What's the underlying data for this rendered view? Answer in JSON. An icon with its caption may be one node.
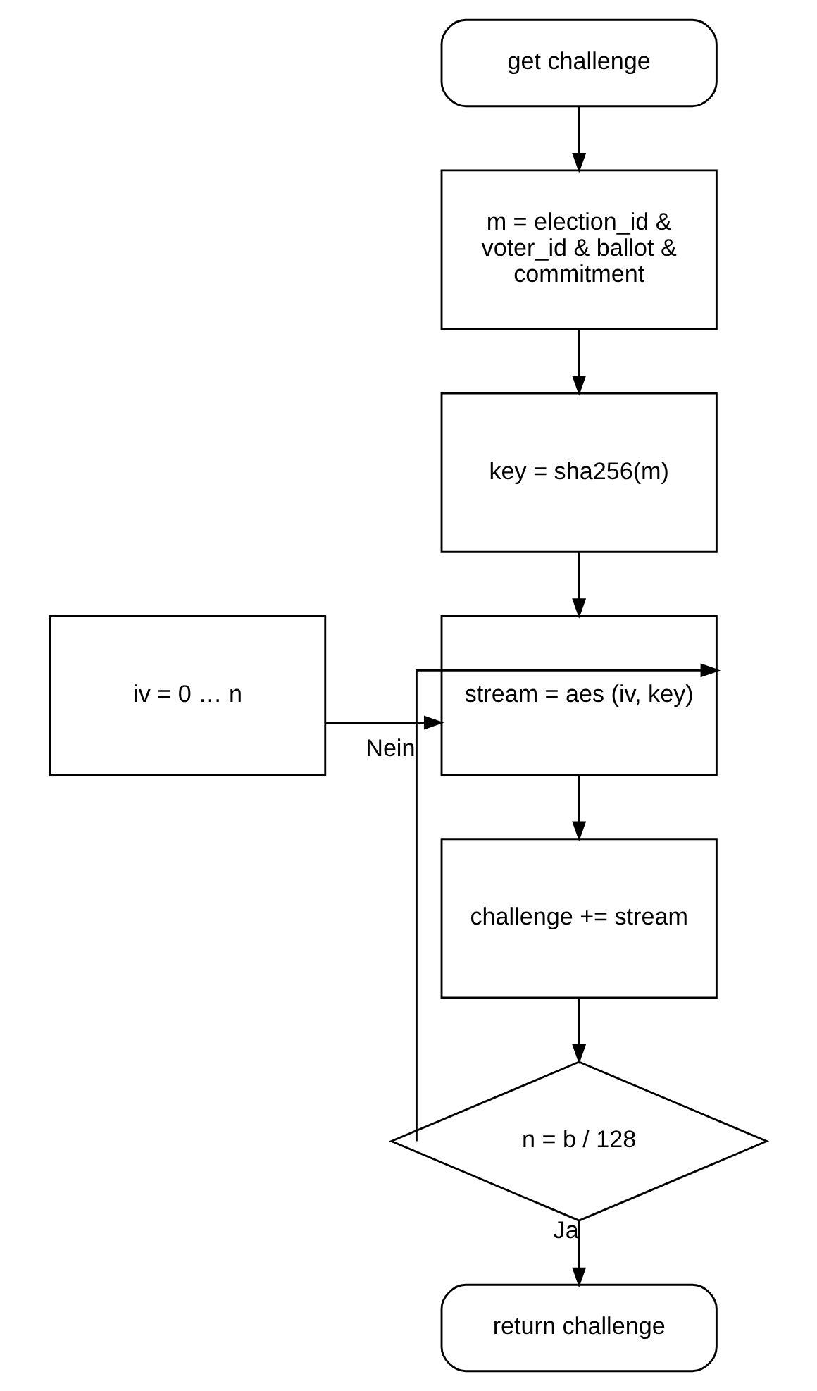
{
  "diagram": {
    "nodes": [
      {
        "text": [
          "get challenge"
        ]
      },
      {
        "text": [
          "m = election_id & voter_id & ballot & commitment"
        ]
      },
      {
        "text": [
          "key = sha256(m)"
        ]
      },
      {
        "text": [
          "iv = 0 … n"
        ]
      },
      {
        "text": [
          "stream = aes (iv, key)"
        ]
      },
      {
        "text": [
          "challenge += stream"
        ]
      },
      {
        "text": [
          "n = b / 128"
        ]
      },
      {
        "text": [
          "return challenge"
        ]
      }
    ],
    "edges": [
      {
        "from": 0,
        "to": 1,
        "arrow": "to"
      },
      {
        "from": 1,
        "to": 2,
        "arrow": "to"
      },
      {
        "from": 2,
        "to": 4,
        "arrow": "to"
      },
      {
        "from": 3,
        "to": 4,
        "arrow": "to"
      },
      {
        "from": 4,
        "to": 5,
        "arrow": "to"
      },
      {
        "from": 5,
        "to": 6,
        "arrow": "to"
      },
      {
        "from": 6,
        "to": 4,
        "label": "Nein",
        "arrow": "to"
      },
      {
        "from": 6,
        "to": 7,
        "label": "Ja",
        "arrow": "to"
      }
    ]
  }
}
